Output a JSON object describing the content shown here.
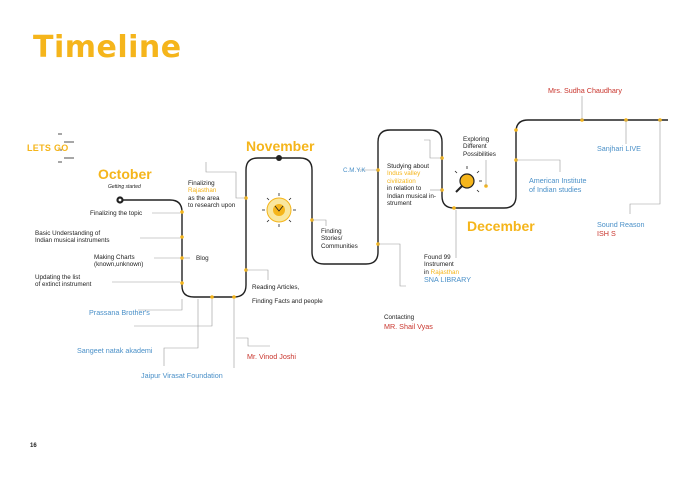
{
  "title": "Timeline",
  "page_number": "16",
  "lets_go": "LETS GO",
  "months": {
    "october": "October",
    "october_sub": "Getting started",
    "november": "November",
    "december": "December"
  },
  "labels": {
    "finalizing_topic": "Finalizing the topic",
    "basic_understanding_1": "Basic Understanding of",
    "basic_understanding_2": "Indian musical instruments",
    "making_charts_1": "Making Charts",
    "making_charts_2": "(known,unknown)",
    "blog": "Blog",
    "updating_list_1": "Updating the list",
    "updating_list_2": "of extinct instrument",
    "finalizing_rajasthan_1": "Finalizing",
    "finalizing_rajasthan_2": "Rajasthan",
    "finalizing_rajasthan_3": "as the area",
    "finalizing_rajasthan_4": "to research upon",
    "reading_articles": "Reading Articles,",
    "finding_facts": "Finding Facts and people",
    "finding_stories_1": "Finding",
    "finding_stories_2": "Stories/",
    "finding_stories_3": "Communities",
    "cmyk": "C.M.Y.K",
    "studying_1": "Studying about",
    "studying_2": "Indus valley",
    "studying_3": "civilization",
    "studying_4": "in relation to",
    "studying_5": "Indian musical in-",
    "studying_6": "strument",
    "exploring_1": "Exploring",
    "exploring_2": "Different",
    "exploring_3": "Possibilities",
    "found_1": "Found 99",
    "found_2": "Instrument",
    "found_3": "in",
    "found_4": "Rajasthan",
    "found_5": "SNA LIBRARY",
    "contacting": "Contacting",
    "shail_vyas": "MR. Shail Vyas",
    "prassana": "Prassana Brother's",
    "sangeet": "Sangeet natak akademi",
    "vinod": "Mr. Vinod Joshi",
    "jaipur": "Jaipur Virasat Foundation",
    "sudha": "Mrs. Sudha Chaudhary",
    "american_1": "American Institute",
    "american_2": "of Indian studies",
    "sanjhari": "Sanjhari LIVE",
    "sound_reason": "Sound Reason",
    "ish": "ISH S"
  },
  "colors": {
    "accent": "#f5b51b",
    "blue": "#4a90c8",
    "red": "#c9352d",
    "line": "#222222",
    "leader": "#999999"
  },
  "icons": [
    "sun-icon",
    "lightbulb-icon",
    "start-dot-icon"
  ]
}
